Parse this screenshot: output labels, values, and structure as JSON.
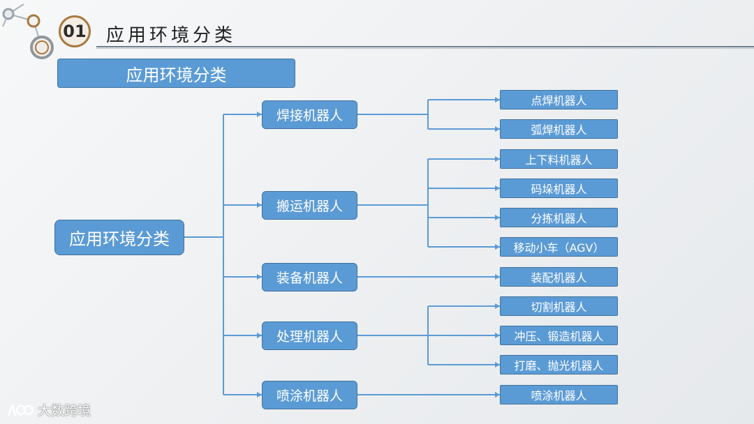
{
  "header": {
    "number": "01",
    "title": "应用环境分类"
  },
  "banner": {
    "label": "应用环境分类"
  },
  "diagram": {
    "root": "应用环境分类",
    "categories": [
      {
        "label": "焊接机器人",
        "children": [
          "点焊机器人",
          "弧焊机器人"
        ]
      },
      {
        "label": "搬运机器人",
        "children": [
          "上下料机器人",
          "码垛机器人",
          "分拣机器人",
          "移动小车（AGV）"
        ]
      },
      {
        "label": "装备机器人",
        "children": [
          "装配机器人"
        ]
      },
      {
        "label": "处理机器人",
        "children": [
          "切割机器人",
          "冲压、锻造机器人",
          "打磨、抛光机器人"
        ]
      },
      {
        "label": "喷涂机器人",
        "children": [
          "喷涂机器人"
        ]
      }
    ]
  },
  "watermark": {
    "text": "大数跨境"
  },
  "colors": {
    "node_fill": "#5b9bd5",
    "node_border": "#41719c",
    "connector": "#5b9bd5",
    "accent": "#a9783e"
  }
}
